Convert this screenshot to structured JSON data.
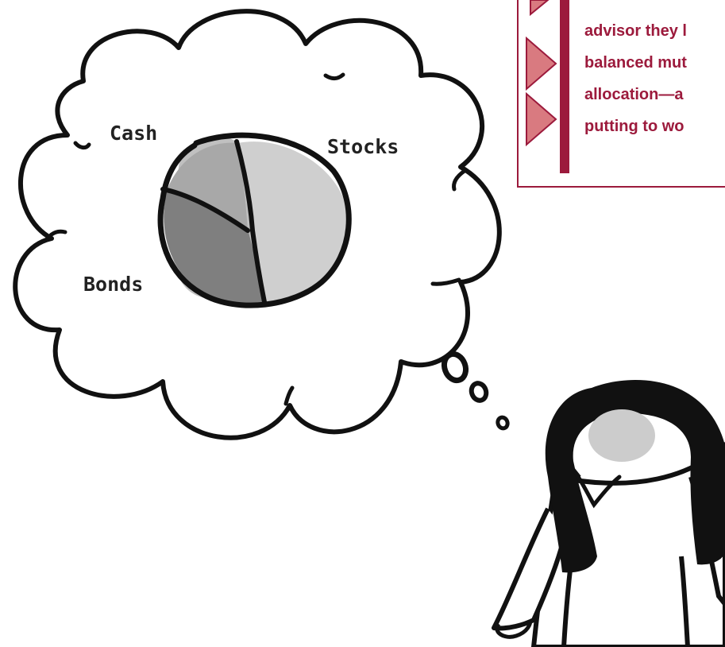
{
  "callout": {
    "lines": [
      "advisor they l",
      "balanced mut",
      "allocation—a",
      "putting to wo"
    ],
    "text_color": "#9c1a3c",
    "border_color": "#9c1a3c",
    "arrow_fill": "#d97a80"
  },
  "thought_bubble": {
    "pie_labels": {
      "cash": "Cash",
      "stocks": "Stocks",
      "bonds": "Bonds"
    },
    "pie_colors": {
      "cash": "#a8a8a8",
      "stocks": "#cfcfcf",
      "bonds": "#7f7f7f"
    }
  },
  "figure": {
    "face_color": "#cccccc",
    "hair_color": "#111111"
  }
}
